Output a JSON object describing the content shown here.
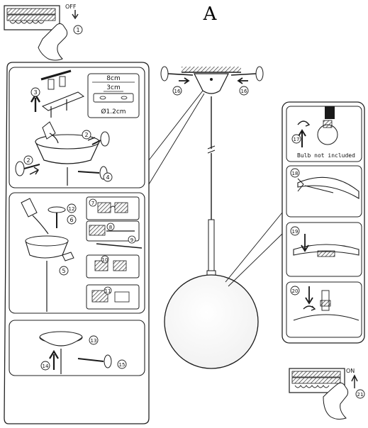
{
  "page": {
    "letter": "A"
  },
  "power": {
    "off_label": "OFF",
    "on_label": "ON"
  },
  "dimensions": {
    "outer": "8cm",
    "inner": "3cm",
    "hole": "Ø1.2cm"
  },
  "bulb_note": "Bulb not included",
  "steps": [
    "1",
    "2",
    "3",
    "4",
    "5",
    "6",
    "7",
    "8",
    "9",
    "10",
    "11",
    "12",
    "13",
    "14",
    "15",
    "16",
    "17",
    "18",
    "19",
    "20",
    "21"
  ],
  "colors": {
    "stroke": "#1a1a1a",
    "panel_border": "#222222",
    "background": "#ffffff",
    "hatch": "#333333"
  }
}
